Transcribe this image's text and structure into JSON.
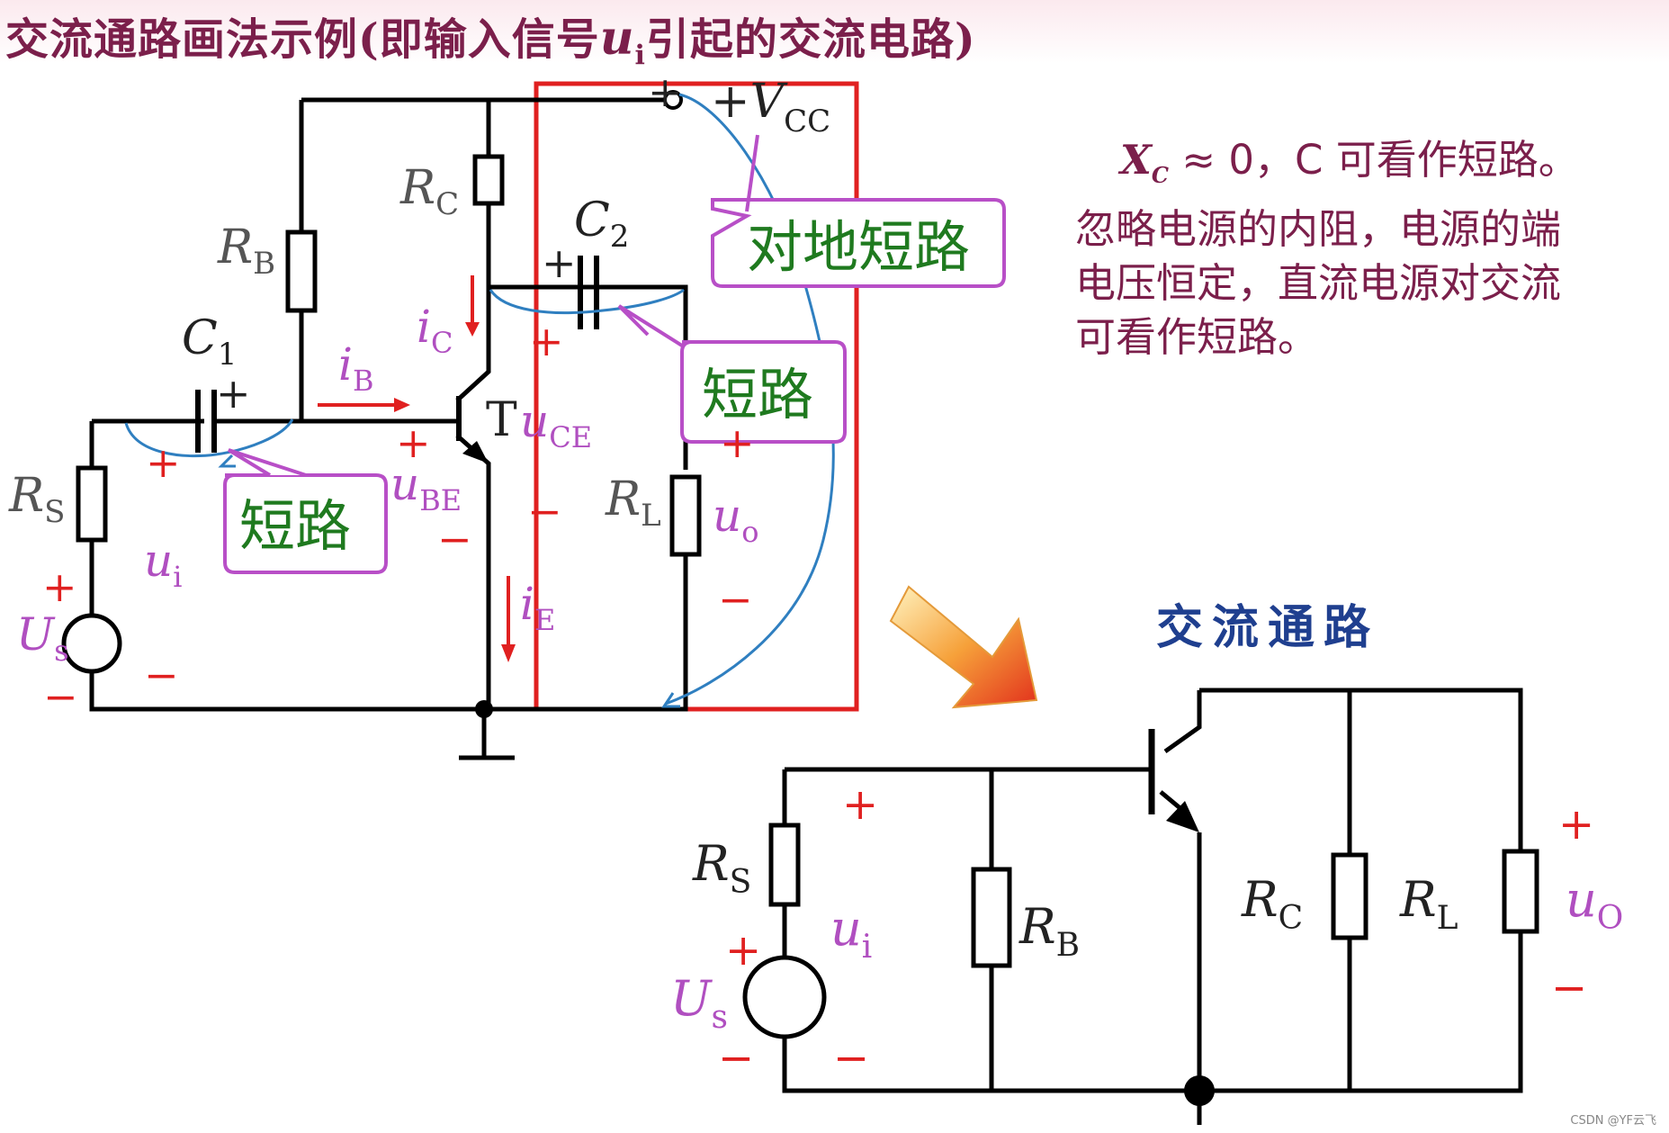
{
  "title": {
    "prefix": "交流通路画法示例(即输入信号",
    "var": "u",
    "sub": "i",
    "suffix": "引起的交流电路)"
  },
  "note": {
    "xc": "X",
    "xc_sub": "C",
    "line1_rest": " ≈ 0，C 可看作短路。",
    "line2": "忽略电源的内阻，电源的端",
    "line3": "电压恒定，直流电源对交流",
    "line4": "可看作短路。"
  },
  "labels": {
    "vcc": "+V",
    "vcc_sub": "CC",
    "rc": "R",
    "rc_sub": "C",
    "rb": "R",
    "rb_sub": "B",
    "c1": "C",
    "c1_sub": "1",
    "c2": "C",
    "c2_sub": "2",
    "rs": "R",
    "rs_sub": "S",
    "rl": "R",
    "rl_sub": "L",
    "us": "U",
    "us_sub": "s",
    "ui": "u",
    "ui_sub": "i",
    "ic": "i",
    "ic_sub": "C",
    "ib": "i",
    "ib_sub": "B",
    "ie": "i",
    "ie_sub": "E",
    "uce": "u",
    "uce_sub": "CE",
    "ube": "u",
    "ube_sub": "BE",
    "uo": "u",
    "uo_sub": "o",
    "uo2_sub": "O",
    "t": "T",
    "plus": "+",
    "minus": "−"
  },
  "callouts": {
    "ground_short": "对地短路",
    "short_c2": "短路",
    "short_c1": "短路"
  },
  "ac_title": "交流通路",
  "watermark": "CSDN @YF云飞",
  "colors": {
    "title": "#7b1f4b",
    "callout_border": "#b84fc7",
    "callout_text": "#1f7a1f",
    "red": "#e02020",
    "blue": "#2f7fc0",
    "label": "#b04fc0",
    "ac_title": "#1f3f8f"
  }
}
